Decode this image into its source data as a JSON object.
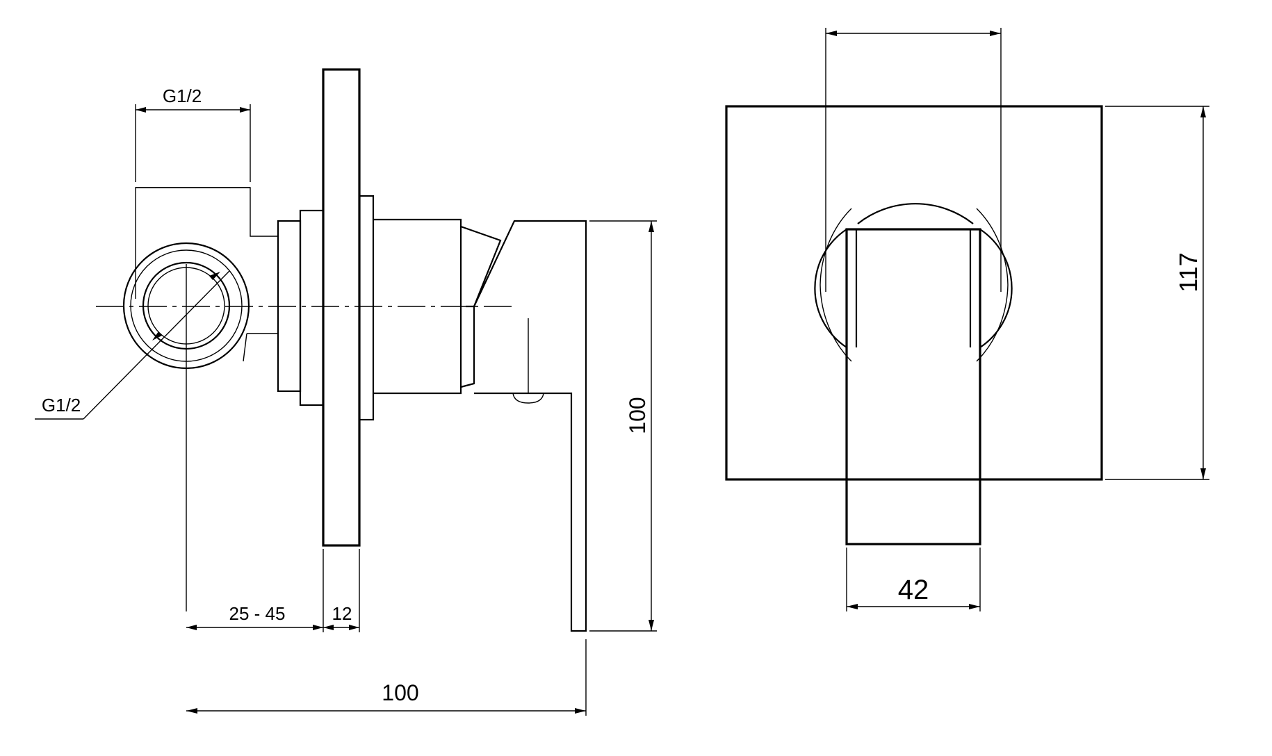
{
  "side_view": {
    "dim_top_thread": "G1/2",
    "dim_side_thread": "G1/2",
    "dim_wall_range": "25 - 45",
    "dim_plate_thickness": "12",
    "dim_total_depth": "100",
    "dim_lever_height": "100"
  },
  "front_view": {
    "dim_plate_height": "117",
    "dim_lever_width": "42"
  }
}
